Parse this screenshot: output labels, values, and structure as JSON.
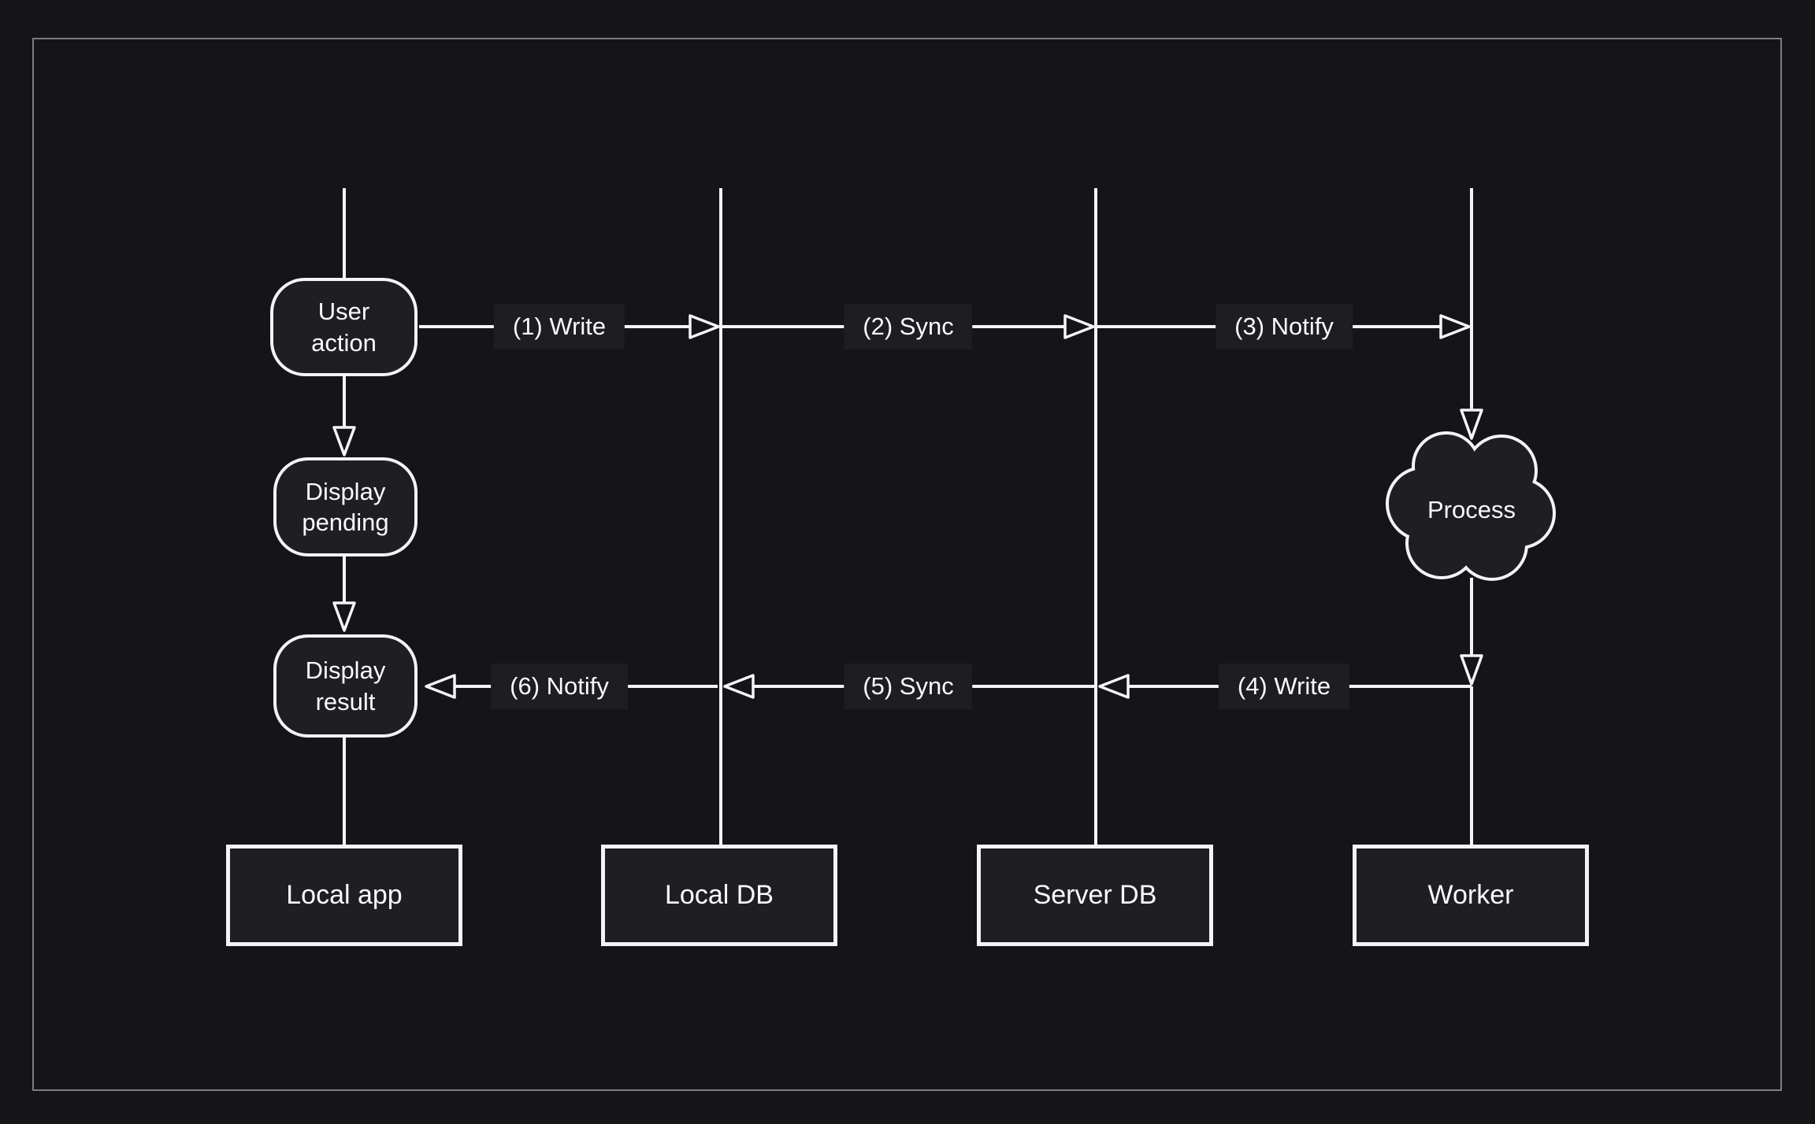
{
  "theme": {
    "background": "#141419",
    "node_fill": "#1e1e23",
    "label_fill": "#1d1d22",
    "stroke": "#f4f4f6",
    "text": "#fafafa",
    "frame_border": "#7d7d82"
  },
  "diagram": {
    "kind": "sync-flow sequence diagram",
    "nodes": [
      {
        "id": "user-action",
        "label": "User action"
      },
      {
        "id": "display-pending",
        "label": "Display pending"
      },
      {
        "id": "display-result",
        "label": "Display result"
      },
      {
        "id": "process",
        "label": "Process"
      }
    ],
    "lanes": [
      {
        "id": "local-app",
        "label": "Local app"
      },
      {
        "id": "local-db",
        "label": "Local DB"
      },
      {
        "id": "server-db",
        "label": "Server DB"
      },
      {
        "id": "worker",
        "label": "Worker"
      }
    ],
    "messages": [
      {
        "id": "m1",
        "label": "(1) Write",
        "from": "Local app",
        "to": "Local DB"
      },
      {
        "id": "m2",
        "label": "(2) Sync",
        "from": "Local DB",
        "to": "Server DB"
      },
      {
        "id": "m3",
        "label": "(3) Notify",
        "from": "Server DB",
        "to": "Worker"
      },
      {
        "id": "m4",
        "label": "(4) Write",
        "from": "Worker",
        "to": "Server DB"
      },
      {
        "id": "m5",
        "label": "(5) Sync",
        "from": "Server DB",
        "to": "Local DB"
      },
      {
        "id": "m6",
        "label": "(6) Notify",
        "from": "Local DB",
        "to": "Local app"
      }
    ]
  }
}
